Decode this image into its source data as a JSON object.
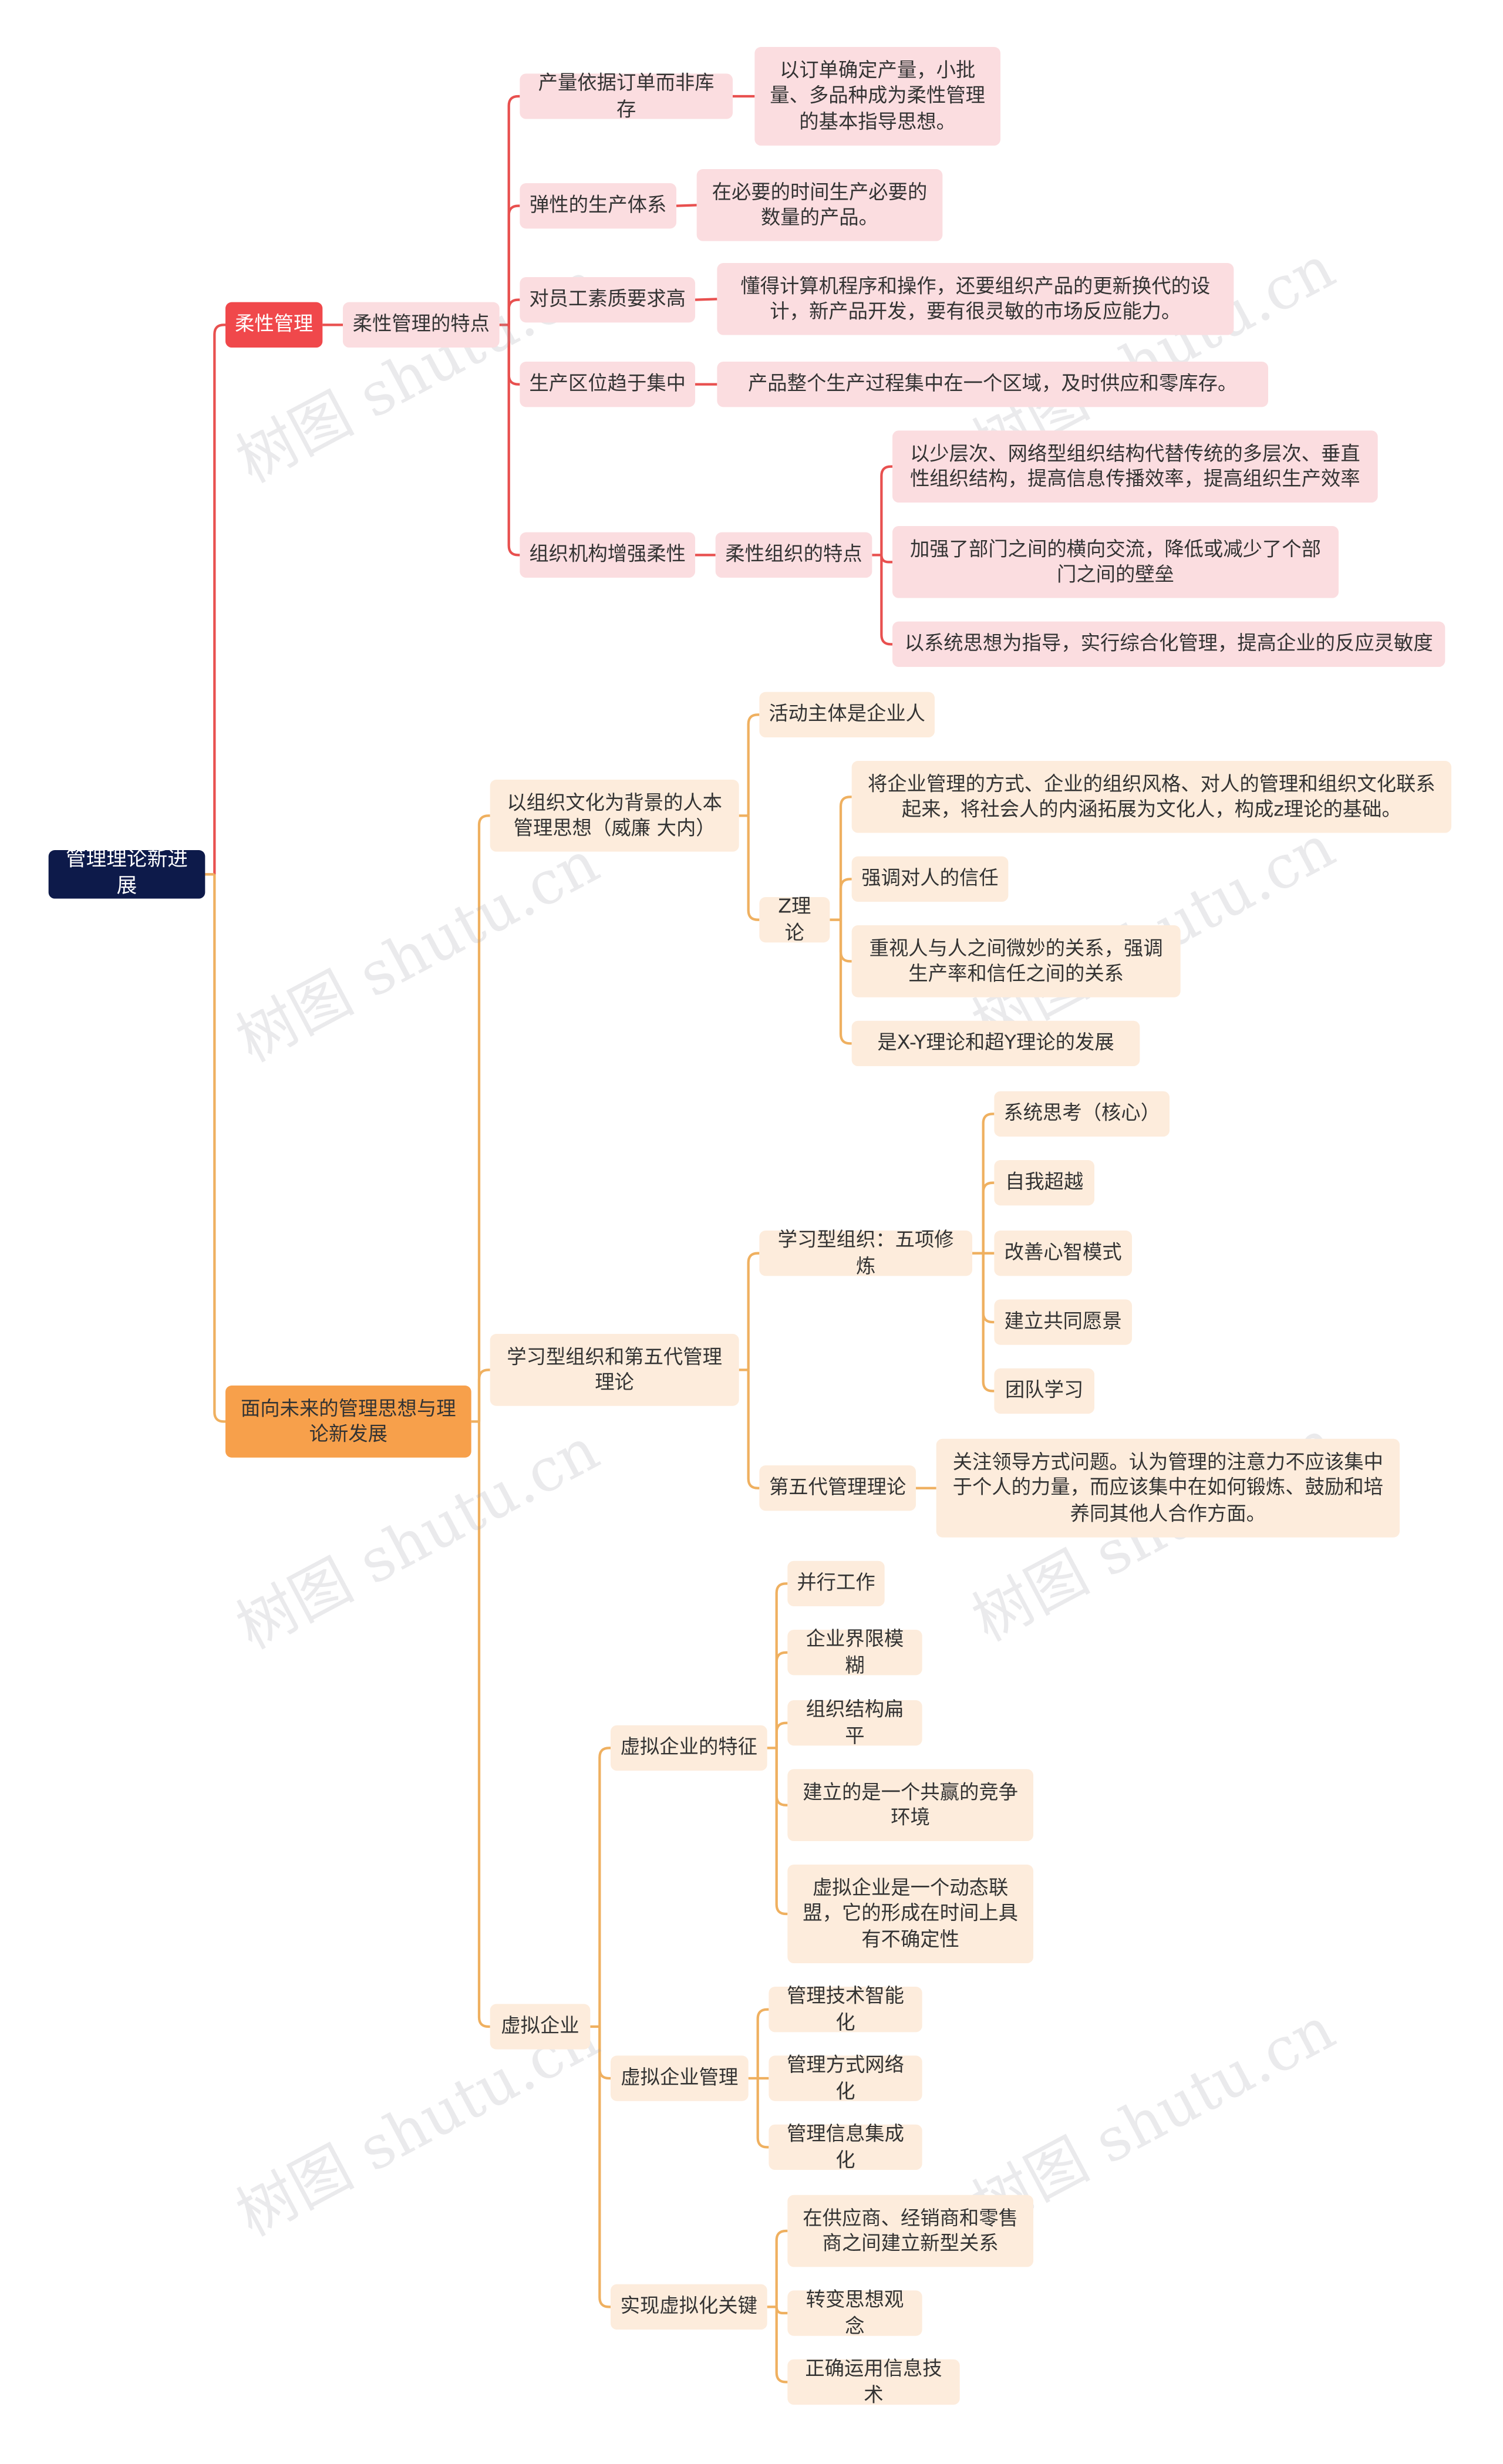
{
  "root": "管理理论新进展",
  "watermark": "树图 shutu.cn",
  "colors": {
    "root": "#0d1a4a",
    "red_branch": "#f0484b",
    "orange_branch": "#f7a04b",
    "red_line": "#e8504f",
    "orange_line": "#efb060"
  },
  "flex": {
    "label": "柔性管理",
    "features_label": "柔性管理的特点",
    "f1": {
      "label": "产量依据订单而非库存",
      "detail": "以订单确定产量，小批量、多品种成为柔性管理的基本指导思想。"
    },
    "f2": {
      "label": "弹性的生产体系",
      "detail": "在必要的时间生产必要的数量的产品。"
    },
    "f3": {
      "label": "对员工素质要求高",
      "detail": "懂得计算机程序和操作，还要组织产品的更新换代的设计，新产品开发，要有很灵敏的市场反应能力。"
    },
    "f4": {
      "label": "生产区位趋于集中",
      "detail": "产品整个生产过程集中在一个区域，及时供应和零库存。"
    },
    "f5": {
      "label": "组织机构增强柔性",
      "sub": "柔性组织的特点",
      "items": [
        "以少层次、网络型组织结构代替传统的多层次、垂直性组织结构，提高信息传播效率，提高组织生产效率",
        "加强了部门之间的横向交流，降低或减少了个部门之间的壁垒",
        "以系统思想为指导，实行综合化管理，提高企业的反应灵敏度"
      ]
    }
  },
  "future": {
    "label": "面向未来的管理思想与理论新发展",
    "culture": {
      "label": "以组织文化为背景的人本管理思想（威廉 大内）",
      "subject": "活动主体是企业人",
      "z_label": "Z理论",
      "z_items": [
        "将企业管理的方式、企业的组织风格、对人的管理和组织文化联系起来，将社会人的内涵拓展为文化人，构成z理论的基础。",
        "强调对人的信任",
        "重视人与人之间微妙的关系，强调生产率和信任之间的关系",
        "是X-Y理论和超Y理论的发展"
      ]
    },
    "learning": {
      "label": "学习型组织和第五代管理理论",
      "five_label": "学习型组织：五项修炼",
      "five_items": [
        "系统思考（核心）",
        "自我超越",
        "改善心智模式",
        "建立共同愿景",
        "团队学习"
      ],
      "gen5_label": "第五代管理理论",
      "gen5_detail": "关注领导方式问题。认为管理的注意力不应该集中于个人的力量，而应该集中在如何锻炼、鼓励和培养同其他人合作方面。"
    },
    "virtual": {
      "label": "虚拟企业",
      "features_label": "虚拟企业的特征",
      "features": [
        "并行工作",
        "企业界限模糊",
        "组织结构扁平",
        "建立的是一个共赢的竞争环境",
        "虚拟企业是一个动态联盟，它的形成在时间上具有不确定性"
      ],
      "mgmt_label": "虚拟企业管理",
      "mgmt": [
        "管理技术智能化",
        "管理方式网络化",
        "管理信息集成化"
      ],
      "keys_label": "实现虚拟化关键",
      "keys": [
        "在供应商、经销商和零售商之间建立新型关系",
        "转变思想观念",
        "正确运用信息技术"
      ]
    }
  }
}
